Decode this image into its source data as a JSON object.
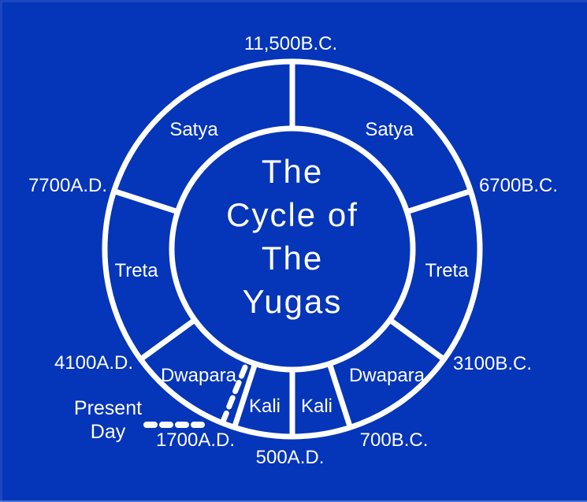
{
  "colors": {
    "background": "#0535B8",
    "line_and_text": "#FFFFFF"
  },
  "diagram": {
    "center_title_lines": [
      "The",
      "Cycle of",
      "The",
      "Yugas"
    ],
    "segments": [
      {
        "label": "Satya",
        "position": "upper-right"
      },
      {
        "label": "Treta",
        "position": "right"
      },
      {
        "label": "Dwapara",
        "position": "lower-right"
      },
      {
        "label": "Kali",
        "position": "bottom-right"
      },
      {
        "label": "Kali",
        "position": "bottom-left"
      },
      {
        "label": "Dwapara",
        "position": "lower-left"
      },
      {
        "label": "Treta",
        "position": "left"
      },
      {
        "label": "Satya",
        "position": "upper-left"
      }
    ],
    "boundaries": [
      {
        "label": "11,500B.C.",
        "position": "top"
      },
      {
        "label": "6700B.C.",
        "position": "upper-right"
      },
      {
        "label": "3100B.C.",
        "position": "lower-right"
      },
      {
        "label": "700B.C.",
        "position": "bottom-right"
      },
      {
        "label": "500A.D.",
        "position": "bottom"
      },
      {
        "label": "1700A.D.",
        "position": "bottom-left"
      },
      {
        "label": "4100A.D.",
        "position": "lower-left"
      },
      {
        "label": "7700A.D.",
        "position": "upper-left"
      }
    ],
    "annotation": {
      "lines": [
        "Present",
        "Day"
      ]
    }
  }
}
